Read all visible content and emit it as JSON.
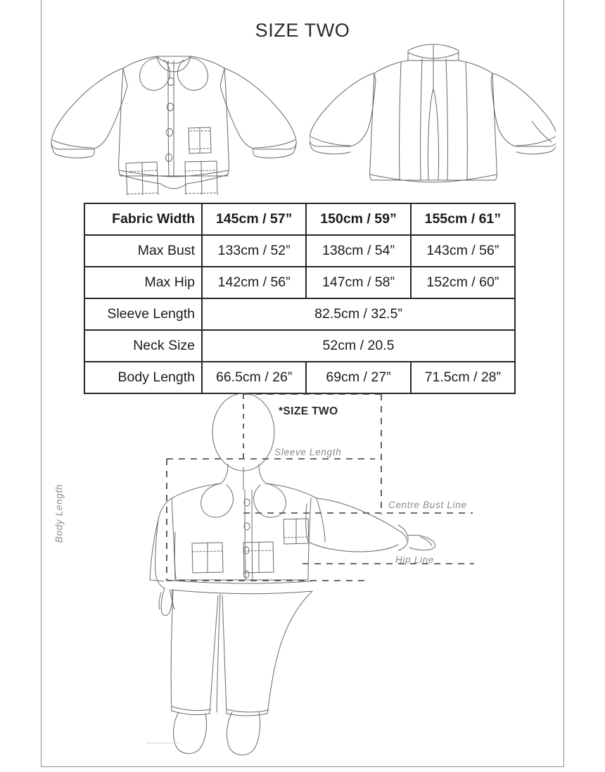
{
  "document": {
    "title": "SIZE TWO"
  },
  "illustrations": {
    "front_flat": "jacket-front-technical-flat",
    "back_flat": "jacket-back-technical-flat",
    "figure": "figure-wearing-jacket-and-trousers"
  },
  "size_table": {
    "rows": [
      {
        "label": "Fabric Width",
        "bold": true,
        "span": false,
        "values": [
          "145cm / 57”",
          "150cm / 59”",
          "155cm / 61”"
        ]
      },
      {
        "label": "Max Bust",
        "bold": false,
        "span": false,
        "values": [
          "133cm / 52”",
          "138cm / 54”",
          "143cm / 56”"
        ]
      },
      {
        "label": "Max Hip",
        "bold": false,
        "span": false,
        "values": [
          "142cm / 56”",
          "147cm / 58”",
          "152cm / 60”"
        ]
      },
      {
        "label": "Sleeve Length",
        "bold": false,
        "span": true,
        "values": [
          "82.5cm / 32.5”"
        ]
      },
      {
        "label": "Neck Size",
        "bold": false,
        "span": true,
        "values": [
          "52cm / 20.5"
        ]
      },
      {
        "label": "Body Length",
        "bold": false,
        "span": false,
        "values": [
          "66.5cm / 26”",
          "69cm / 27”",
          "71.5cm / 28”"
        ]
      }
    ]
  },
  "figure_annotations": {
    "size_note": "*SIZE TWO",
    "sleeve_length": "Sleeve Length",
    "body_length": "Body Length",
    "centre_bust_line": "Centre Bust Line",
    "hip_line": "Hip Line"
  },
  "colors": {
    "text": "#1b1b1b",
    "table_border": "#262626",
    "annotation": "#8a8a8a",
    "line_art": "#555555",
    "page_frame": "#8f8f8f"
  }
}
